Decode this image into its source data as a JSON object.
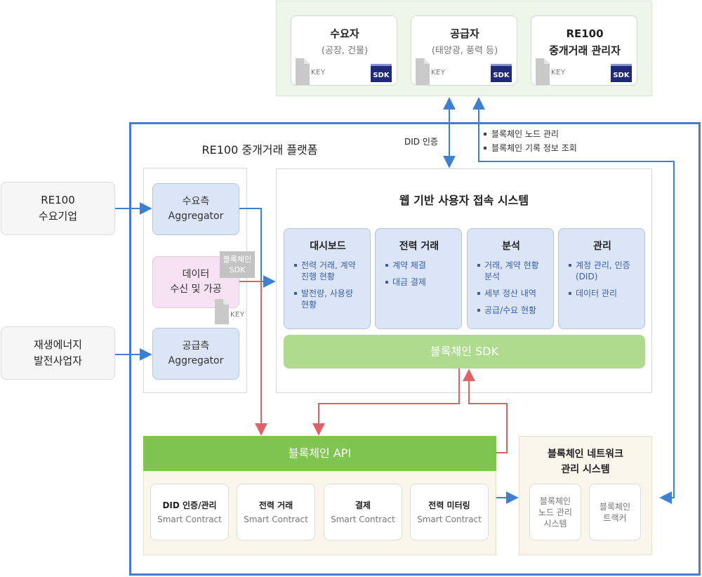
{
  "top_panel": {
    "consumer": {
      "title": "수요자",
      "subtitle": "(공장, 건물)"
    },
    "supplier": {
      "title": "공급자",
      "subtitle": "(태양광, 풍력 등)"
    },
    "manager": {
      "title": "RE100",
      "subtitle": "중개거래 관리자"
    },
    "key_label": "KEY",
    "sdk_label": "SDK"
  },
  "labels": {
    "did_auth": "DID 인증",
    "platform_title": "RE100 중개거래 플랫폼",
    "notes": [
      "블록체인 노드 관리",
      "블록체인 기록 정보 조회"
    ]
  },
  "external": {
    "re100": [
      "RE100",
      "수요기업"
    ],
    "generator": [
      "재생에너지",
      "발전사업자"
    ]
  },
  "aggregators": {
    "demand": [
      "수요측",
      "Aggregator"
    ],
    "data": [
      "데이터",
      "수신 및 가공"
    ],
    "data_badge": [
      "블록체인",
      "SDK"
    ],
    "data_key": "KEY",
    "supply": [
      "공급측",
      "Aggregator"
    ]
  },
  "web_system": {
    "title": "웹 기반 사용자 접속 시스템",
    "modules": [
      {
        "title": "대시보드",
        "items": [
          "전력 거래, 계약 진행 현황",
          "발전량, 사용량 현황"
        ]
      },
      {
        "title": "전력 거래",
        "items": [
          "계약 체결",
          "대금 결제"
        ]
      },
      {
        "title": "분석",
        "items": [
          "거래, 계약 현황 분석",
          "세부 정산 내역",
          "공급/수요 현황"
        ]
      },
      {
        "title": "관리",
        "items": [
          "계정 관리, 인증 (DID)",
          "데이터 관리"
        ]
      }
    ],
    "sdk_bar": "블록체인 SDK"
  },
  "api": {
    "title": "블록체인 API",
    "contracts": [
      {
        "title": "DID 인증/관리",
        "sub": "Smart Contract"
      },
      {
        "title": "전력 거래",
        "sub": "Smart Contract"
      },
      {
        "title": "결제",
        "sub": "Smart Contract"
      },
      {
        "title": "전력 미터링",
        "sub": "Smart Contract"
      }
    ]
  },
  "network": {
    "title": [
      "블록체인 네트워크",
      "관리 시스템"
    ],
    "node_mgmt": [
      "블록체인",
      "노드 관리",
      "시스템"
    ],
    "tracker": [
      "블록체인",
      "트랙커"
    ]
  },
  "colors": {
    "blue_line": "#3f7fcf",
    "red_line": "#dd6366",
    "green_api": "#7fc550",
    "green_sdk": "#aedb8e",
    "module_blue": "#dbe5f6",
    "platform_border": "#4b7cc9",
    "pink": "#f7e2f3",
    "beige": "#fbf6eb",
    "top_green": "#eef6ea"
  }
}
